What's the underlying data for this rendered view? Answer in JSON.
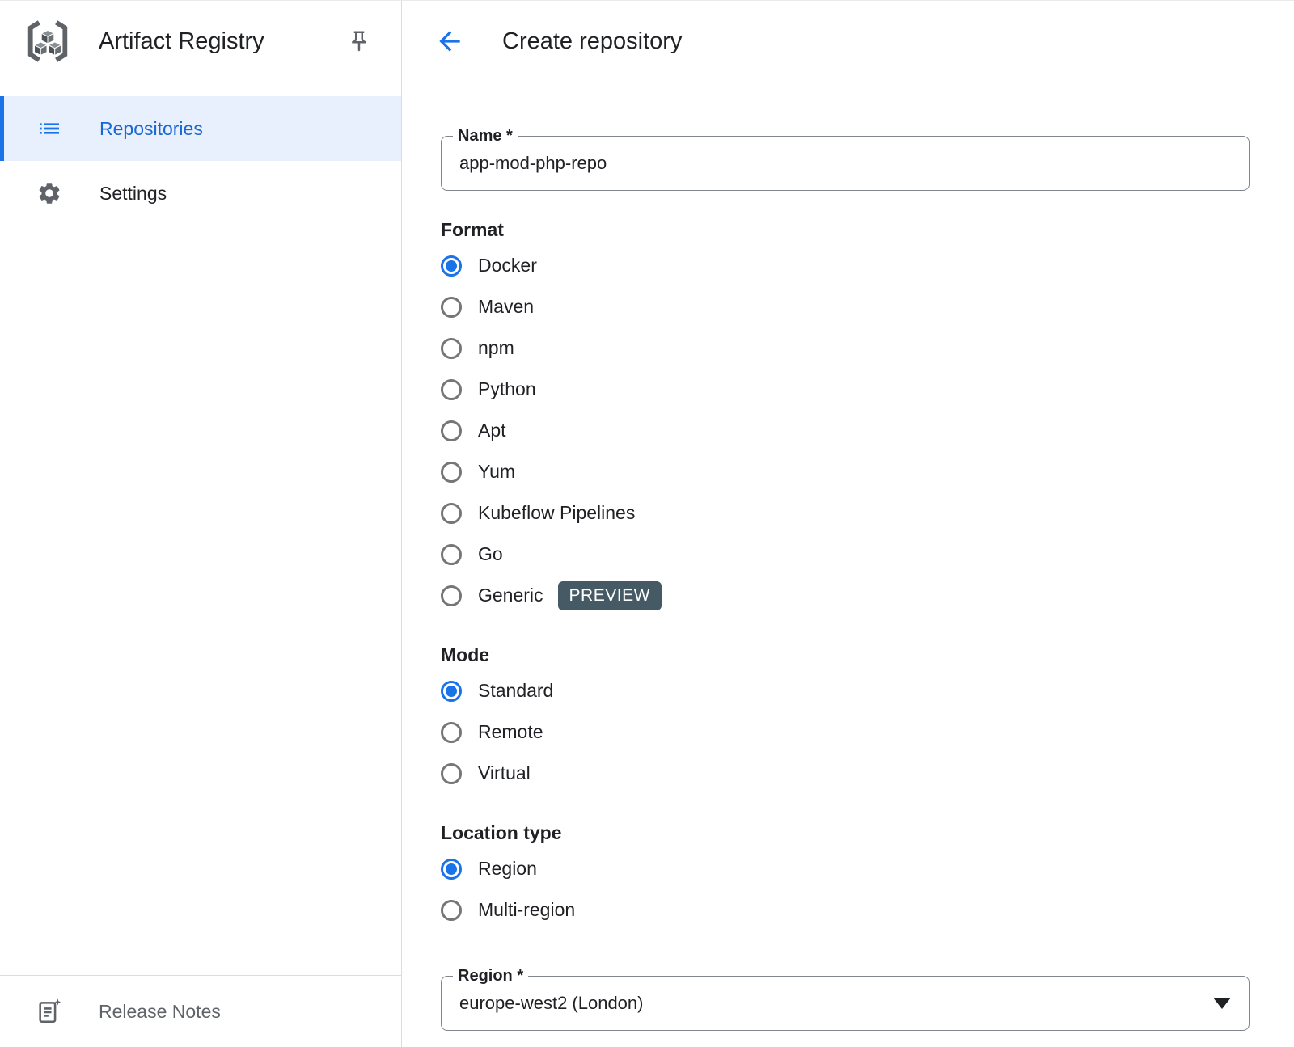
{
  "sidebar": {
    "title": "Artifact Registry",
    "items": [
      {
        "label": "Repositories",
        "icon": "list-icon",
        "selected": true
      },
      {
        "label": "Settings",
        "icon": "gear-icon",
        "selected": false
      }
    ],
    "footer": {
      "label": "Release Notes",
      "icon": "release-notes-icon"
    }
  },
  "header": {
    "title": "Create repository",
    "back_icon": "arrow-back-icon"
  },
  "form": {
    "name_field": {
      "label": "Name *",
      "value": "app-mod-php-repo"
    },
    "format": {
      "label": "Format",
      "options": [
        {
          "label": "Docker",
          "selected": true
        },
        {
          "label": "Maven",
          "selected": false
        },
        {
          "label": "npm",
          "selected": false
        },
        {
          "label": "Python",
          "selected": false
        },
        {
          "label": "Apt",
          "selected": false
        },
        {
          "label": "Yum",
          "selected": false
        },
        {
          "label": "Kubeflow Pipelines",
          "selected": false
        },
        {
          "label": "Go",
          "selected": false
        },
        {
          "label": "Generic",
          "selected": false,
          "badge": "PREVIEW"
        }
      ]
    },
    "mode": {
      "label": "Mode",
      "options": [
        {
          "label": "Standard",
          "selected": true
        },
        {
          "label": "Remote",
          "selected": false
        },
        {
          "label": "Virtual",
          "selected": false
        }
      ]
    },
    "location_type": {
      "label": "Location type",
      "options": [
        {
          "label": "Region",
          "selected": true
        },
        {
          "label": "Multi-region",
          "selected": false
        }
      ]
    },
    "region_field": {
      "label": "Region *",
      "value": "europe-west2 (London)",
      "icon": "dropdown-arrow-icon"
    }
  },
  "colors": {
    "accent_blue": "#1a73e8",
    "selected_text_blue": "#1967d2",
    "selected_item_bg": "#e8f0fe",
    "preview_badge_bg": "#455a64",
    "divider": "#dadce0",
    "text_primary": "#202124",
    "text_secondary": "#5f6368",
    "field_border": "#80868b"
  }
}
